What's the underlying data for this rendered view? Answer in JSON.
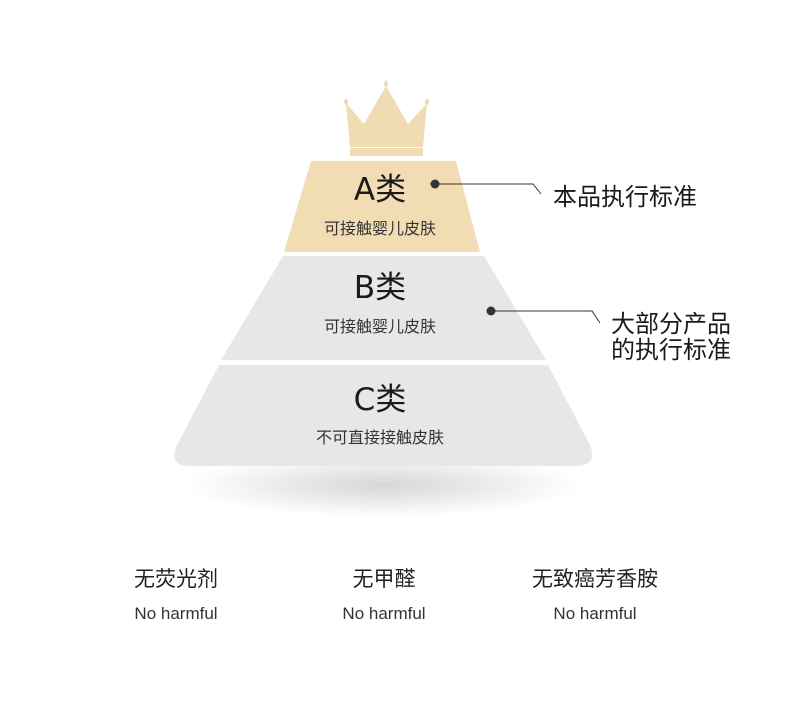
{
  "colors": {
    "tier_a": "#f1dcb4",
    "tier_gray": "#e7e7e7",
    "crown": "#f0dcb2",
    "leader": "#333333"
  },
  "tiers": [
    {
      "title": "A类",
      "subtitle": "可接触婴儿皮肤"
    },
    {
      "title": "B类",
      "subtitle": "可接触婴儿皮肤"
    },
    {
      "title": "C类",
      "subtitle": "不可直接接触皮肤"
    }
  ],
  "callouts": {
    "a": "本品执行标准",
    "b_line1": "大部分产品",
    "b_line2": "的执行标准"
  },
  "features": [
    {
      "title": "无荧光剂",
      "subtitle": "No harmful"
    },
    {
      "title": "无甲醛",
      "subtitle": "No harmful"
    },
    {
      "title": "无致癌芳香胺",
      "subtitle": "No harmful"
    }
  ],
  "icons": {
    "crown": "crown-icon"
  }
}
